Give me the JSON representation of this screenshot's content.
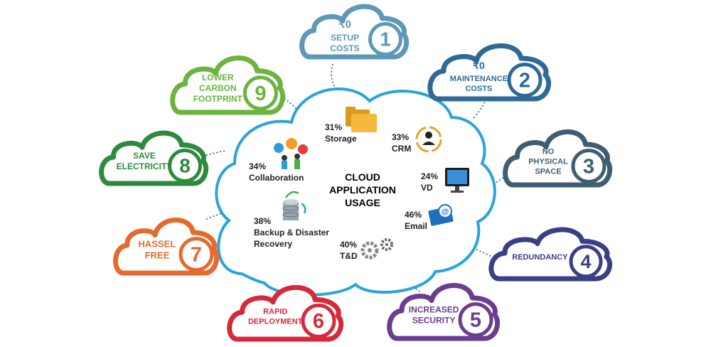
{
  "center": {
    "title_lines": [
      "CLOUD",
      "APPLICATION",
      "USAGE"
    ],
    "title_color": "#c0272d",
    "outline_color": "#2aa3dc"
  },
  "usage_items": [
    {
      "percent": "31%",
      "label": "Storage",
      "icon": "folder-icon"
    },
    {
      "percent": "33%",
      "label": "CRM",
      "icon": "crm-person-icon"
    },
    {
      "percent": "24%",
      "label": "VD",
      "icon": "monitor-icon"
    },
    {
      "percent": "46%",
      "label": "Email",
      "icon": "email-icon"
    },
    {
      "percent": "40%",
      "label": "T&D",
      "icon": "gears-icon"
    },
    {
      "percent": "38%",
      "label": "Backup & Disaster",
      "label2": "Recovery",
      "icon": "database-backup-icon"
    },
    {
      "percent": "34%",
      "label": "Collaboration",
      "icon": "team-gears-icon"
    }
  ],
  "benefits": [
    {
      "number": "1",
      "prefix": "₹0",
      "lines": [
        "SETUP",
        "COSTS"
      ],
      "color": "#5f97b9"
    },
    {
      "number": "2",
      "prefix": "₹0",
      "lines": [
        "MAINTENANCE",
        "COSTS"
      ],
      "color": "#2f6a96"
    },
    {
      "number": "3",
      "prefix": "",
      "lines": [
        "NO",
        "PHYSICAL",
        "SPACE"
      ],
      "color": "#3f5e72"
    },
    {
      "number": "4",
      "prefix": "",
      "lines": [
        "REDUNDANCY"
      ],
      "color": "#3b3f86"
    },
    {
      "number": "5",
      "prefix": "",
      "lines": [
        "INCREASED",
        "SECURITY"
      ],
      "color": "#6b3d90"
    },
    {
      "number": "6",
      "prefix": "",
      "lines": [
        "RAPID",
        "DEPLOYMENT"
      ],
      "color": "#d42a3c"
    },
    {
      "number": "7",
      "prefix": "",
      "lines": [
        "HASSEL",
        "FREE"
      ],
      "color": "#e36b2e"
    },
    {
      "number": "8",
      "prefix": "",
      "lines": [
        "SAVE",
        "ELECTRICITY"
      ],
      "color": "#2e8b3d"
    },
    {
      "number": "9",
      "prefix": "",
      "lines": [
        "LOWER",
        "CARBON",
        "FOOTPRINT"
      ],
      "color": "#6cb33f"
    }
  ]
}
